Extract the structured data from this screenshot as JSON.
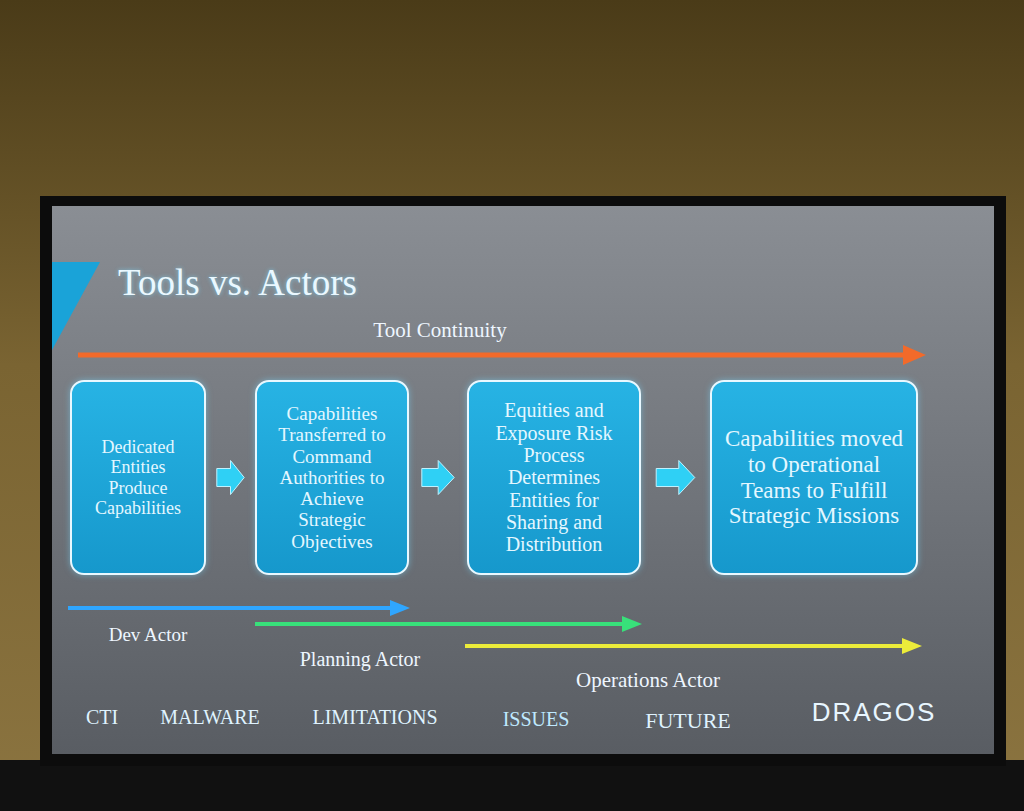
{
  "diagram": {
    "title": "Tools vs. Actors",
    "nodes": [
      {
        "text": [
          "Dedicated Entities Produce Capabilities"
        ]
      },
      {
        "text": [
          "Capabilities Transferred to Command Authorities to Achieve Strategic Objectives"
        ]
      },
      {
        "text": [
          "Equities and Exposure Risk Process Determines Entities for Sharing and Distribution"
        ]
      },
      {
        "text": [
          "Capabilities moved to Operational Teams to Fulfill Strategic Missions"
        ]
      }
    ],
    "edges": [
      {
        "from": 0,
        "to": 1,
        "arrow": "to"
      },
      {
        "from": 1,
        "to": 2,
        "arrow": "to"
      },
      {
        "from": 2,
        "to": 3,
        "arrow": "to"
      }
    ],
    "labels": [
      "Tool Continuity",
      "Dev Actor",
      "Planning Actor",
      "Operations Actor",
      "CTI",
      "MALWARE",
      "LIMITATIONS",
      "ISSUES",
      "FUTURE",
      "DRAGOS"
    ]
  }
}
